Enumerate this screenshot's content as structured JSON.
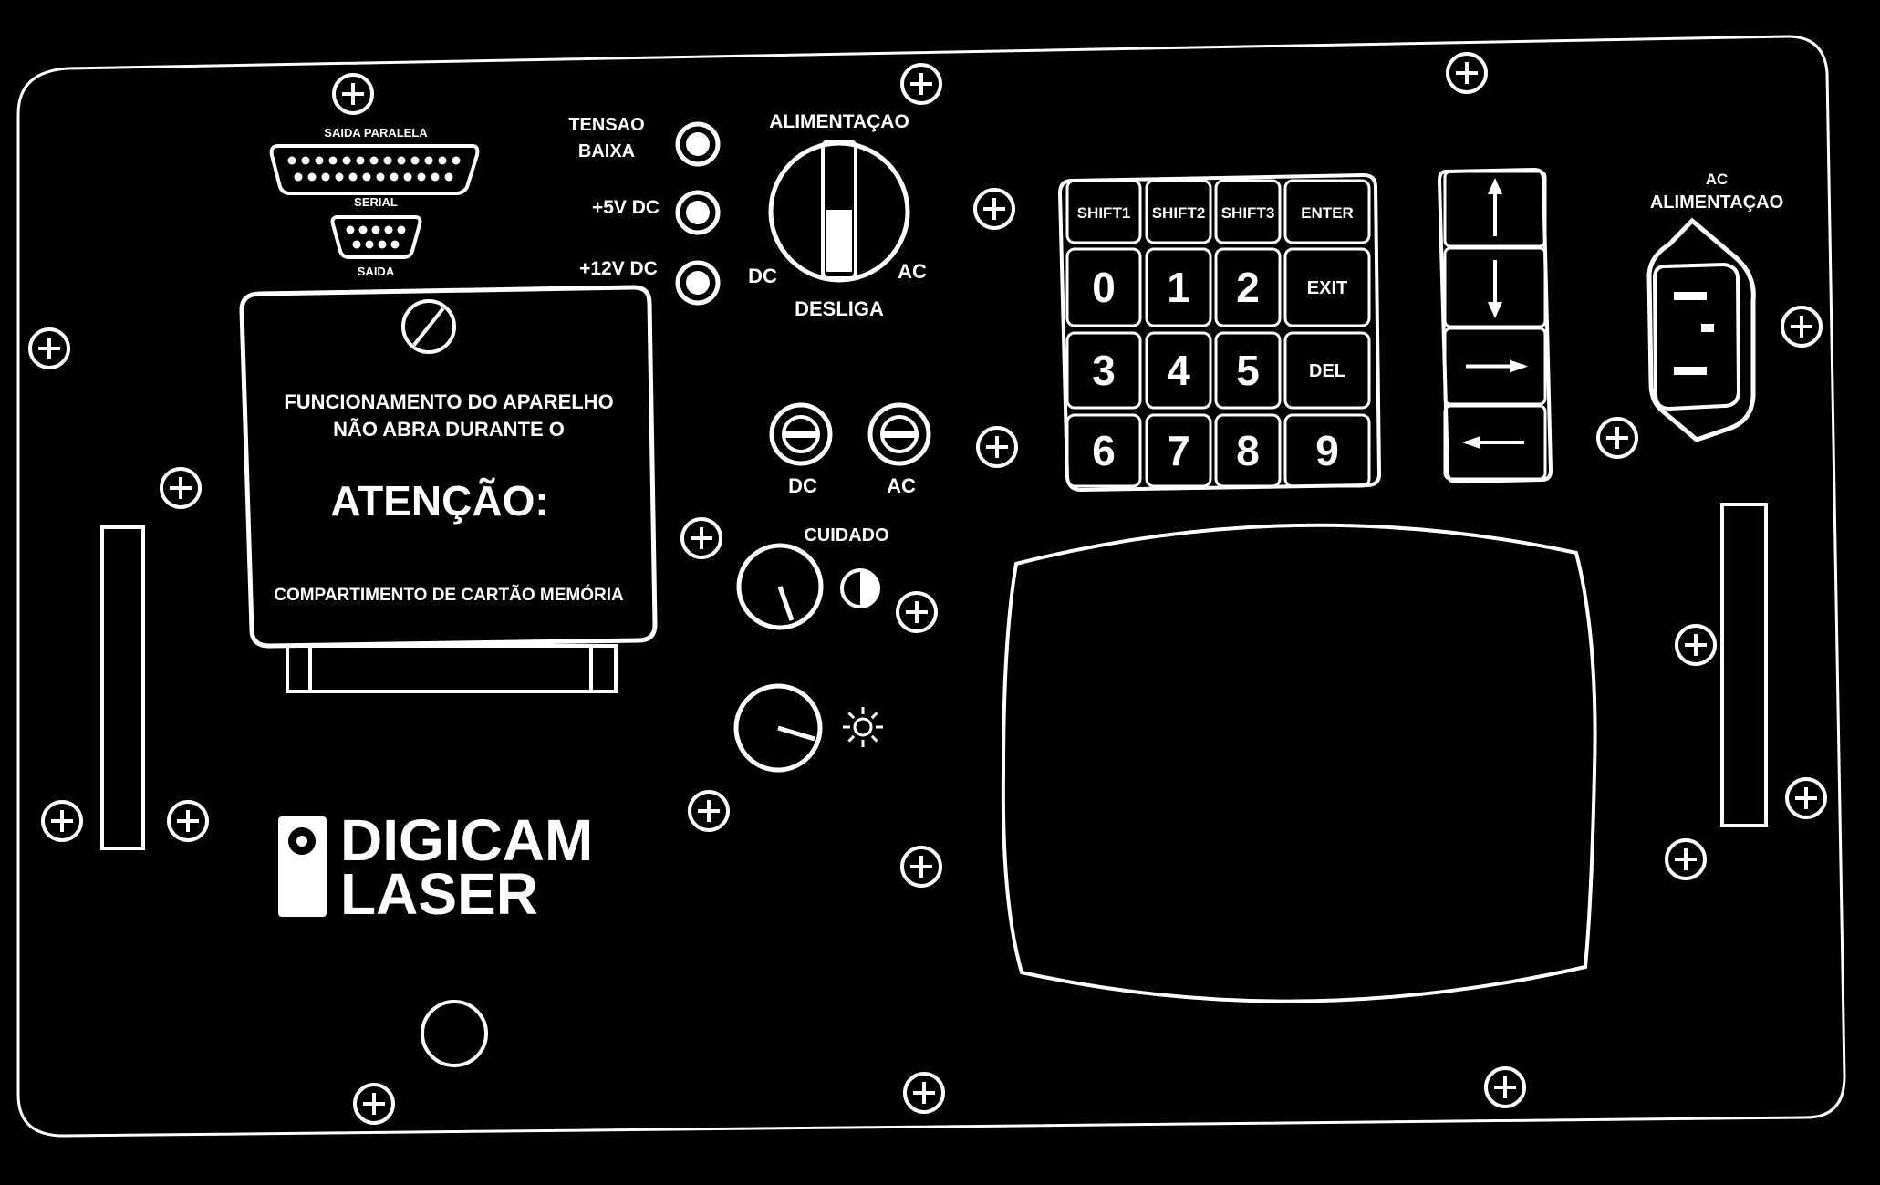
{
  "connectors": {
    "parallel": "SAIDA PARALELA",
    "serial_top": "SERIAL",
    "serial_bottom": "SAIDA"
  },
  "indicators": [
    {
      "label_line1": "TENSAO",
      "label_line2": "BAIXA"
    },
    {
      "label_line1": "+5V DC",
      "label_line2": ""
    },
    {
      "label_line1": "+12V DC",
      "label_line2": ""
    }
  ],
  "power_switch": {
    "title": "ALIMENTAÇAO",
    "left": "DC",
    "right": "AC",
    "bottom": "DESLIGA"
  },
  "fuses": {
    "left": "DC",
    "right": "AC"
  },
  "memory_card": {
    "line1": "FUNCIONAMENTO DO APARELHO",
    "line2": "NÃO ABRA DURANTE O",
    "warning": "ATENÇÃO:",
    "footer": "COMPARTIMENTO DE CARTÃO MEMÓRIA"
  },
  "knobs": {
    "caution": "CUIDADO"
  },
  "keypad": {
    "rows": [
      [
        "SHIFT1",
        "SHIFT2",
        "SHIFT3",
        "ENTER"
      ],
      [
        "0",
        "1",
        "2",
        "EXIT"
      ],
      [
        "3",
        "4",
        "5",
        "DEL"
      ],
      [
        "6",
        "7",
        "8",
        "9"
      ]
    ]
  },
  "arrows": [
    "up",
    "down",
    "right",
    "left"
  ],
  "ac_power": {
    "line1": "AC",
    "line2": "ALIMENTAÇAO"
  },
  "brand": {
    "line1": "DIGICAM",
    "line2": "LASER"
  }
}
